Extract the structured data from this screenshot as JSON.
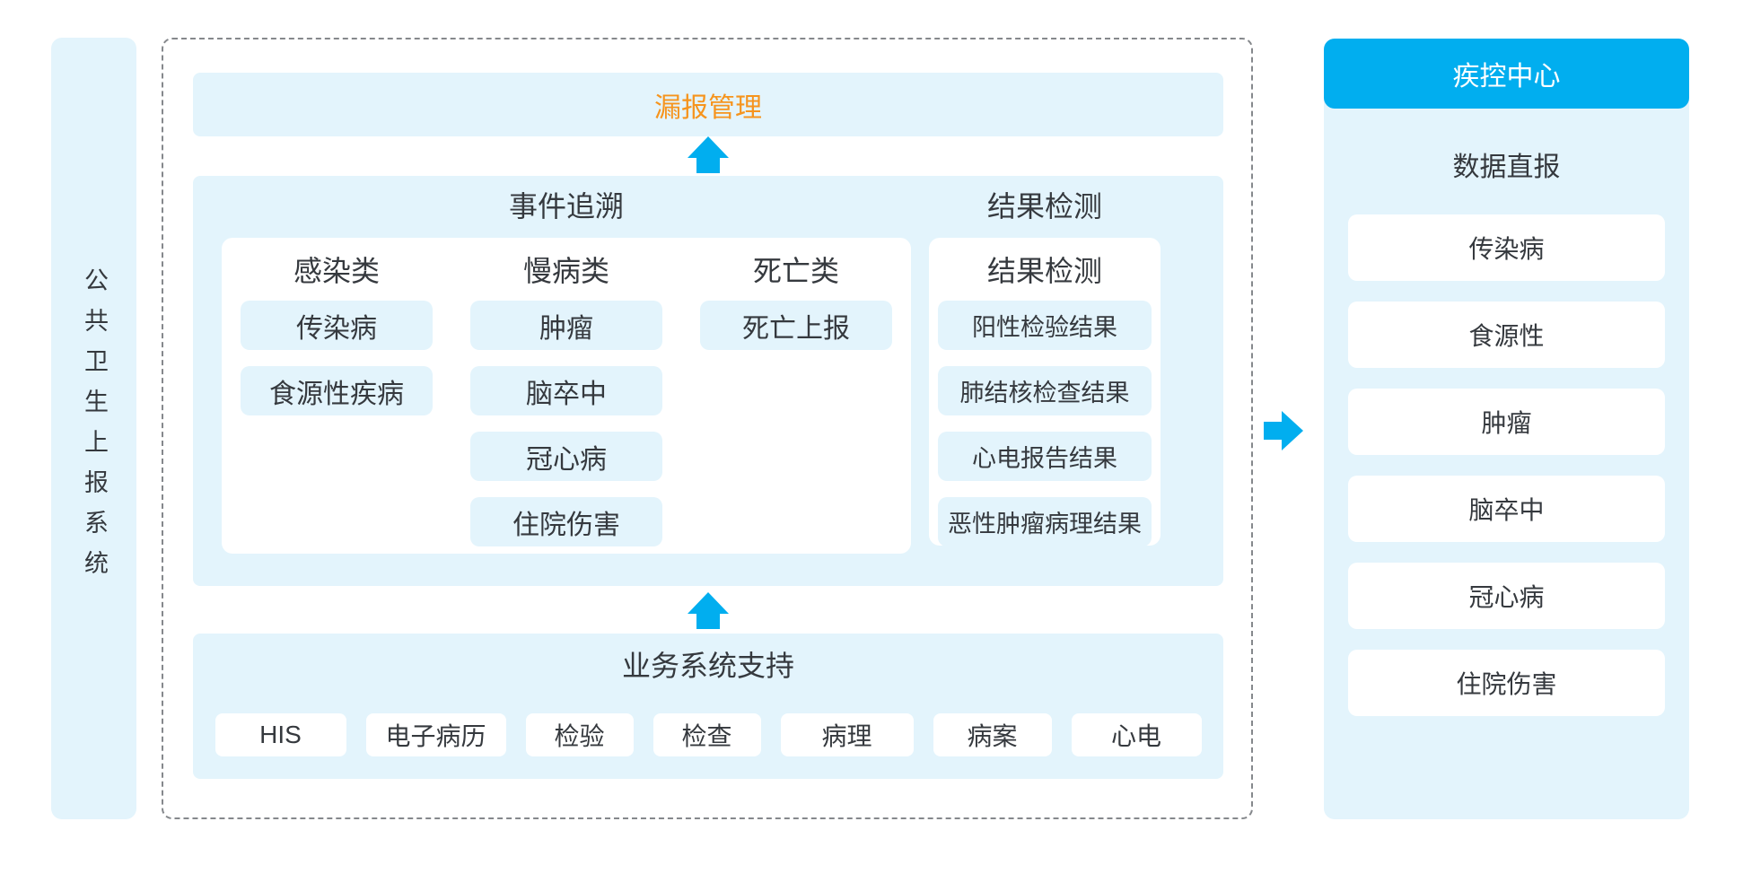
{
  "colors": {
    "accent_blue": "#01AEEF",
    "light_blue": "#E3F4FC",
    "orange": "#F6941D",
    "text": "#35393E"
  },
  "left_bar": {
    "label": "公共卫生上报系统"
  },
  "main": {
    "missed_report_label": "漏报管理",
    "event_trace": {
      "title": "事件追溯",
      "columns": [
        {
          "header": "感染类",
          "items": [
            "传染病",
            "食源性疾病"
          ]
        },
        {
          "header": "慢病类",
          "items": [
            "肿瘤",
            "脑卒中",
            "冠心病",
            "住院伤害"
          ]
        },
        {
          "header": "死亡类",
          "items": [
            "死亡上报"
          ]
        }
      ]
    },
    "result_check": {
      "title": "结果检测",
      "card_header": "结果检测",
      "items": [
        "阳性检验结果",
        "肺结核检查结果",
        "心电报告结果",
        "恶性肿瘤病理结果"
      ]
    },
    "business_support": {
      "title": "业务系统支持",
      "items": [
        "HIS",
        "电子病历",
        "检验",
        "检查",
        "病理",
        "病案",
        "心电"
      ]
    }
  },
  "right_panel": {
    "header": "疾控中心",
    "subtitle": "数据直报",
    "items": [
      "传染病",
      "食源性",
      "肿瘤",
      "脑卒中",
      "冠心病",
      "住院伤害"
    ]
  }
}
